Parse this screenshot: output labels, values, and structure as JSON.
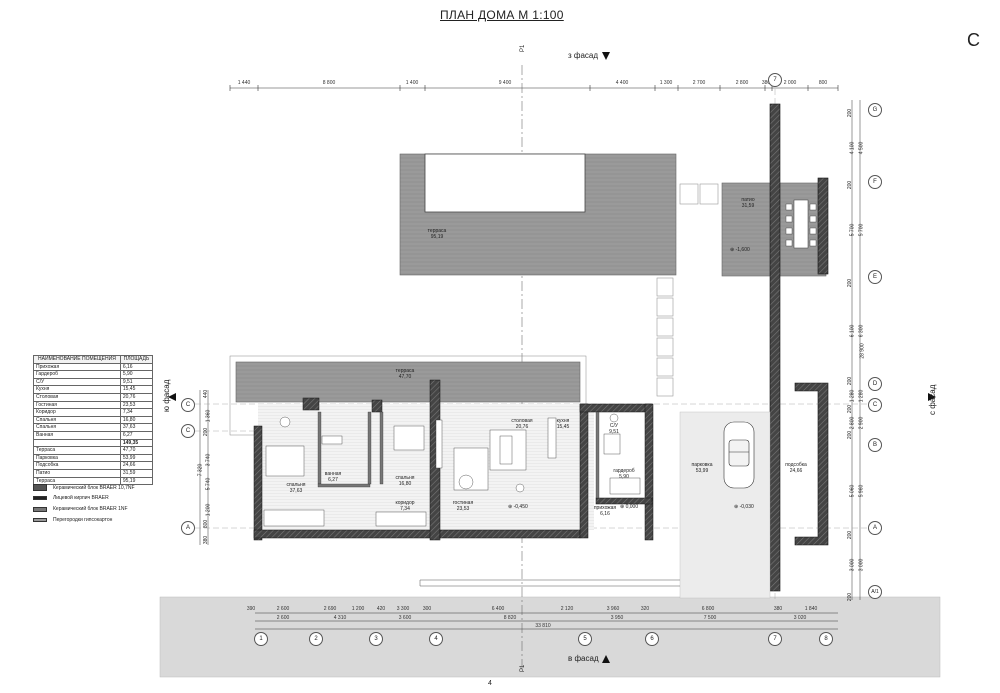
{
  "title": "ПЛАН ДОМА  М 1:100",
  "corner_mark": "С",
  "page_number": "4",
  "facades": {
    "north": "з фасад",
    "south": "в фасад",
    "west": "ю фасад",
    "east": "с фасад"
  },
  "section_marks": [
    "Р1",
    "Р1"
  ],
  "top_dims": [
    "1 440",
    "8 800",
    "1 400",
    "9 400",
    "4 400",
    "1 300",
    "2 700",
    "2 800",
    "380",
    "2 000",
    "800"
  ],
  "bottom_dims_row1": [
    "390",
    "2 600",
    "2 690",
    "1 200",
    "420",
    "3 300",
    "300",
    "6 400",
    "2 120",
    "3 960",
    "320",
    "6 800",
    "380",
    "1 840"
  ],
  "bottom_dims_row2": [
    "2 600",
    "4 310",
    "3 600",
    "8 820",
    "3 950",
    "7 500",
    "3 020"
  ],
  "bottom_total": "33 810",
  "right_dims_a": [
    "200",
    "4 100",
    "200",
    "5 700",
    "200",
    "6 100",
    "200",
    "1 280",
    "200",
    "2 800",
    "200",
    "5 060",
    "200",
    "3 000",
    "200"
  ],
  "right_dims_b": [
    "4 500",
    "5 700",
    "6 300",
    "1 280",
    "2 900",
    "5 960",
    "3 000",
    "28 900"
  ],
  "left_dims": [
    "440",
    "1 360",
    "200",
    "3 740",
    "7 320",
    "5 740",
    "1 200",
    "800",
    "380"
  ],
  "bottom_axes": [
    "1",
    "2",
    "3",
    "4",
    "5",
    "6",
    "7",
    "8"
  ],
  "top_axis": "7",
  "right_axes": [
    "G",
    "F",
    "E",
    "D",
    "C",
    "B",
    "A",
    "A/1"
  ],
  "left_axes": [
    "C",
    "C",
    "A"
  ],
  "rooms": [
    {
      "name": "терраса",
      "area": "95,19"
    },
    {
      "name": "патио",
      "area": "31,59"
    },
    {
      "name": "терраса",
      "area": "47,70"
    },
    {
      "name": "спальня",
      "area": "37,63"
    },
    {
      "name": "ванная",
      "area": "6,27"
    },
    {
      "name": "спальня",
      "area": "16,80"
    },
    {
      "name": "коридор",
      "area": "7,34"
    },
    {
      "name": "гостиная",
      "area": "23,53"
    },
    {
      "name": "столовая",
      "area": "20,76"
    },
    {
      "name": "кухня",
      "area": "15,45"
    },
    {
      "name": "С/У",
      "area": "9,51"
    },
    {
      "name": "гардероб",
      "area": "5,90"
    },
    {
      "name": "прихожая",
      "area": "6,16"
    },
    {
      "name": "парковка",
      "area": "53,99"
    },
    {
      "name": "подсобка",
      "area": "24,66"
    }
  ],
  "elevations": [
    "-1,600",
    "-0,450",
    "0,000",
    "-0,030"
  ],
  "table": {
    "headers": [
      "НАИМЕНОВАНИЕ ПОМЕЩЕНИЯ",
      "ПЛОЩАДЬ"
    ],
    "rows": [
      [
        "Прихожая",
        "6,16"
      ],
      [
        "Гардероб",
        "5,90"
      ],
      [
        "С/У",
        "9,51"
      ],
      [
        "Кухня",
        "15,45"
      ],
      [
        "Столовая",
        "20,76"
      ],
      [
        "Гостиная",
        "23,53"
      ],
      [
        "Коридор",
        "7,34"
      ],
      [
        "Спальня",
        "16,80"
      ],
      [
        "Спальня",
        "37,63"
      ],
      [
        "Ванная",
        "6,27"
      ]
    ],
    "total": "149,35",
    "rows2": [
      [
        "Терраса",
        "47,70"
      ],
      [
        "Парковка",
        "53,99"
      ],
      [
        "Подсобка",
        "24,66"
      ],
      [
        "Патио",
        "31,59"
      ],
      [
        "Терраса",
        "95,19"
      ]
    ]
  },
  "legend": [
    {
      "label": "Керамический блок  BRAER 10,7NF",
      "swatch": "#555555"
    },
    {
      "label": "Лицевой кирпич BRAER",
      "swatch": "#222222"
    },
    {
      "label": "Керамический блок  BRAER 1NF",
      "swatch": "#777777"
    },
    {
      "label": "Перегородки гипсокартон",
      "swatch": "#999999"
    }
  ]
}
